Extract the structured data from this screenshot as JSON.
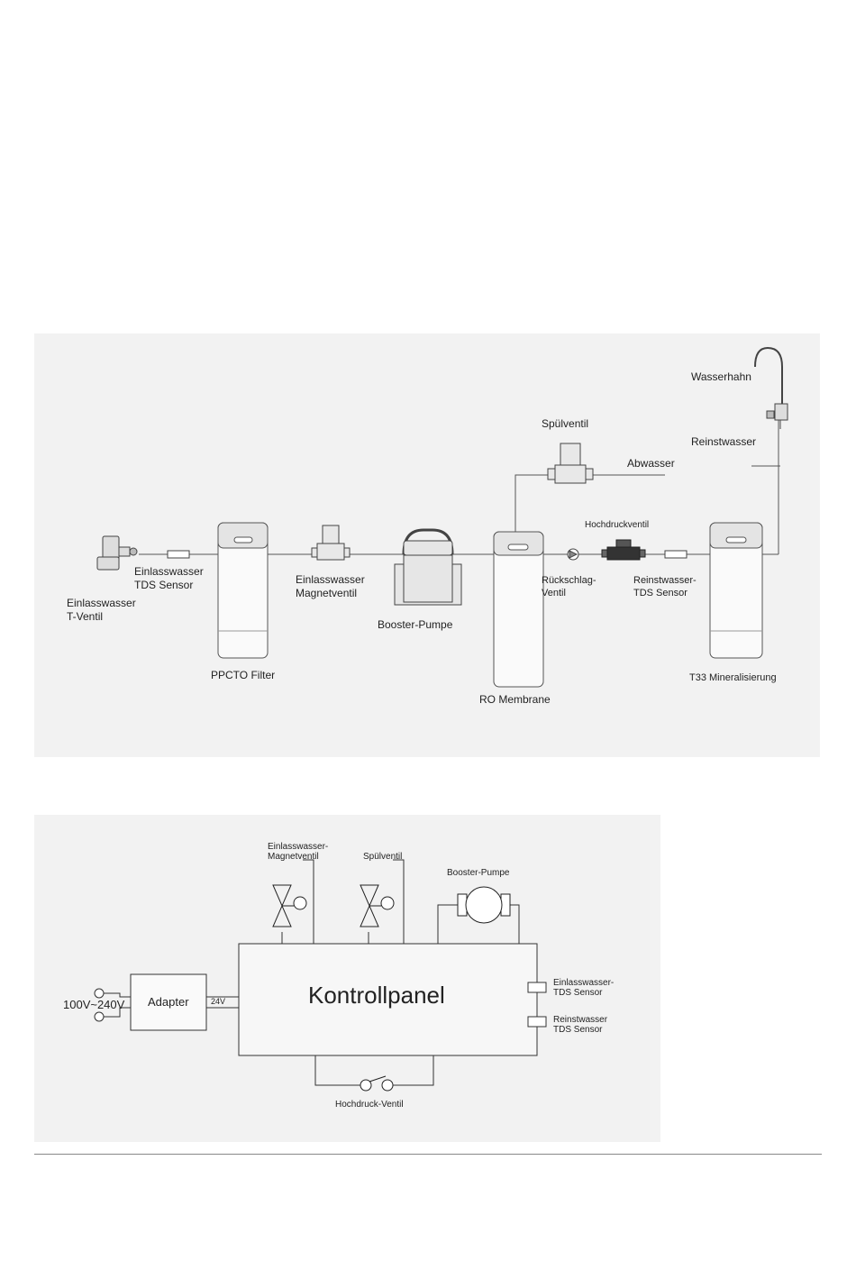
{
  "flow_diagram": {
    "labels": {
      "tap": "Wasserhahn",
      "pure_water": "Reinstwasser",
      "flush_valve": "Spülventil",
      "waste_water": "Abwasser",
      "high_pressure_valve": "Hochdruckventil",
      "inlet_tds_line1": "Einlasswasser",
      "inlet_tds_line2": "TDS Sensor",
      "inlet_tvalve_line1": "Einlasswasser",
      "inlet_tvalve_line2": "T-Ventil",
      "inlet_solenoid_line1": "Einlasswasser",
      "inlet_solenoid_line2": "Magnetventil",
      "booster_pump": "Booster-Pumpe",
      "check_valve_line1": "Rückschlag-",
      "check_valve_line2": "Ventil",
      "pure_tds_line1": "Reinstwasser-",
      "pure_tds_line2": "TDS Sensor",
      "ppcto_filter": "PPCTO Filter",
      "ro_membrane": "RO Membrane",
      "t33": "T33 Mineralisierung"
    }
  },
  "wiring_diagram": {
    "labels": {
      "inlet_solenoid_line1": "Einlasswasser-",
      "inlet_solenoid_line2": "Magnetventil",
      "flush_valve": "Spülventil",
      "booster_pump": "Booster-Pumpe",
      "voltage": "100V~240V",
      "adapter": "Adapter",
      "dc_voltage": "24V",
      "control_panel": "Kontrollpanel",
      "inlet_tds_line1": "Einlasswasser-",
      "inlet_tds_line2": "TDS Sensor",
      "pure_tds_line1": "Reinstwasser",
      "pure_tds_line2": "TDS Sensor",
      "high_pressure_valve": "Hochdruck-Ventil"
    }
  }
}
